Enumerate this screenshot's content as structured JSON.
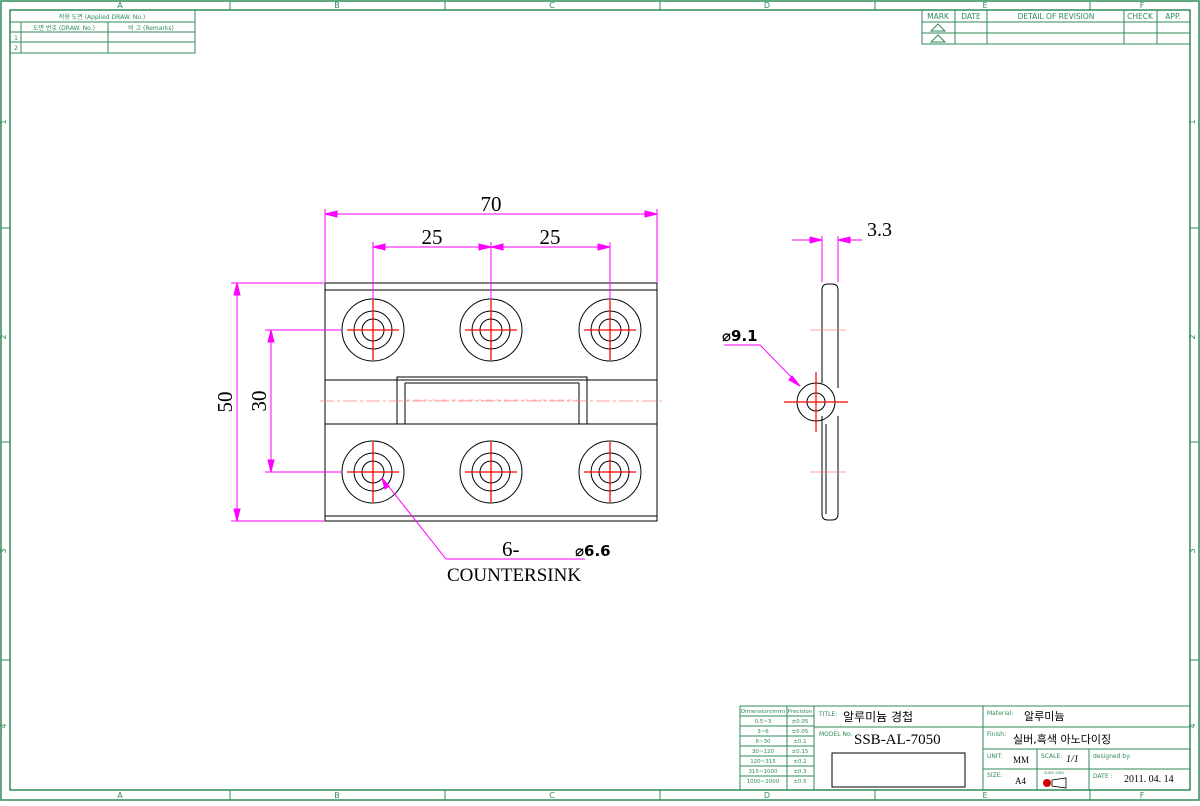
{
  "colors": {
    "frame": "#2e8b57",
    "outline": "#000000",
    "dimension": "#ff00ff",
    "centerline": "#ff0000",
    "hidden": "#ff8080"
  },
  "zones": {
    "columns_top": [
      "A",
      "B",
      "C",
      "D",
      "E",
      "F"
    ],
    "columns_bottom": [
      "A",
      "B",
      "C",
      "D",
      "E",
      "F"
    ],
    "rows_left": [
      "1",
      "2",
      "3",
      "4"
    ],
    "rows_right": [
      "1",
      "2",
      "3",
      "4"
    ]
  },
  "applied_drawing": {
    "header": "적용 도면 (Applied DRAW. No.)",
    "col_drawing_no": "도면 번호 (DRAW. No.)",
    "col_remarks": "비 고 (Remarks)",
    "row_numbers": [
      "1",
      "2"
    ]
  },
  "revision": {
    "col_mark": "MARK",
    "col_date": "DATE",
    "col_detail": "DETAIL OF REVISION",
    "col_check": "CHECK",
    "col_app": "APP."
  },
  "dimensions": {
    "overall_width": "70",
    "hole_pitch_left": "25",
    "hole_pitch_right": "25",
    "overall_height": "50",
    "hole_row_spacing": "30",
    "thickness": "3.3",
    "pin_diameter": "⌀9.1",
    "hole_count": "6-",
    "hole_diameter": "⌀6.6",
    "hole_type": "COUNTERSINK"
  },
  "tolerance_table": {
    "header_dimension": "Dimension(mm)",
    "header_precision": "Precision",
    "rows": [
      {
        "range": "0.5~3",
        "tol": "±0.05"
      },
      {
        "range": "3~6",
        "tol": "±0.05"
      },
      {
        "range": "6~30",
        "tol": "±0.1"
      },
      {
        "range": "30~120",
        "tol": "±0.15"
      },
      {
        "range": "120~315",
        "tol": "±0.2"
      },
      {
        "range": "315~1000",
        "tol": "±0.3"
      },
      {
        "range": "1000~2000",
        "tol": "±0.5"
      }
    ]
  },
  "title_block": {
    "title_label": "TITLE:",
    "title_value": "알루미늄 경첩",
    "model_label": "MODEL No.",
    "model_value": "SSB-AL-7050",
    "material_label": "Material:",
    "material_value": "알루미늄",
    "finish_label": "Finish:",
    "finish_value": "실버,흑색 아노다이징",
    "unit_label": "UNIT:",
    "unit_value": "MM",
    "scale_label": "SCALE:",
    "scale_value": "1/1",
    "designed_label": "designed by:",
    "size_label": "SIZE:",
    "size_value": "A4",
    "date_label": "DATE :",
    "date_value": "2011. 04. 14",
    "logo_text": "SUNG SHIN"
  }
}
